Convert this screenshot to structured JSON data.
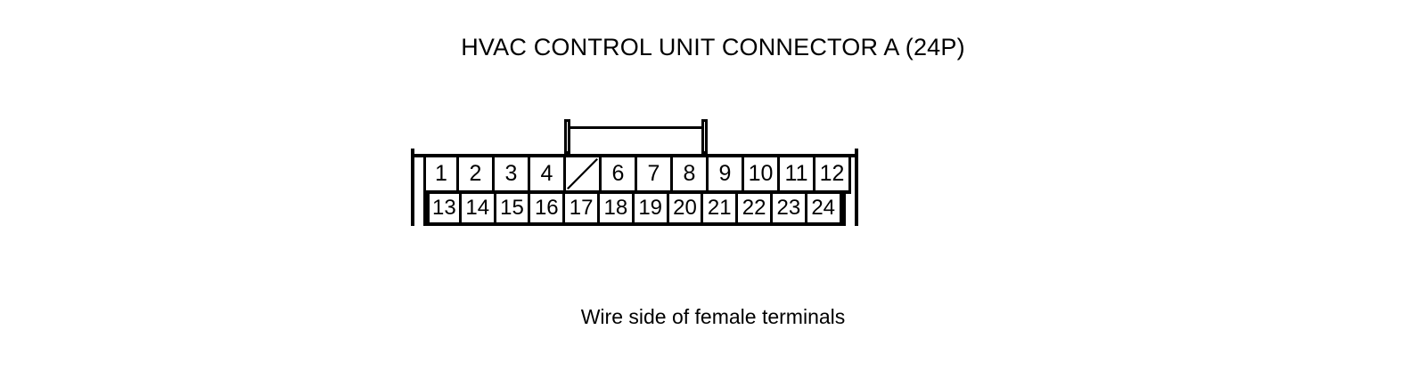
{
  "title": "HVAC CONTROL UNIT CONNECTOR A (24P)",
  "caption": "Wire side of female terminals",
  "connector": {
    "name": "HVAC CONTROL UNIT CONNECTOR A",
    "pin_count": "24P",
    "view": "Wire side of female terminals",
    "rows": [
      {
        "name": "top-row",
        "pins": [
          {
            "label": "1",
            "blank": false
          },
          {
            "label": "2",
            "blank": false
          },
          {
            "label": "3",
            "blank": false
          },
          {
            "label": "4",
            "blank": false
          },
          {
            "label": "",
            "blank": true
          },
          {
            "label": "6",
            "blank": false
          },
          {
            "label": "7",
            "blank": false
          },
          {
            "label": "8",
            "blank": false
          },
          {
            "label": "9",
            "blank": false
          },
          {
            "label": "10",
            "blank": false
          },
          {
            "label": "11",
            "blank": false
          },
          {
            "label": "12",
            "blank": false
          }
        ]
      },
      {
        "name": "bottom-row",
        "pins": [
          {
            "label": "13",
            "blank": false
          },
          {
            "label": "14",
            "blank": false
          },
          {
            "label": "15",
            "blank": false
          },
          {
            "label": "16",
            "blank": false
          },
          {
            "label": "17",
            "blank": false
          },
          {
            "label": "18",
            "blank": false
          },
          {
            "label": "19",
            "blank": false
          },
          {
            "label": "20",
            "blank": false
          },
          {
            "label": "21",
            "blank": false
          },
          {
            "label": "22",
            "blank": false
          },
          {
            "label": "23",
            "blank": false
          },
          {
            "label": "24",
            "blank": false
          }
        ]
      }
    ]
  },
  "colors": {
    "line": "#000000",
    "background": "#ffffff"
  }
}
